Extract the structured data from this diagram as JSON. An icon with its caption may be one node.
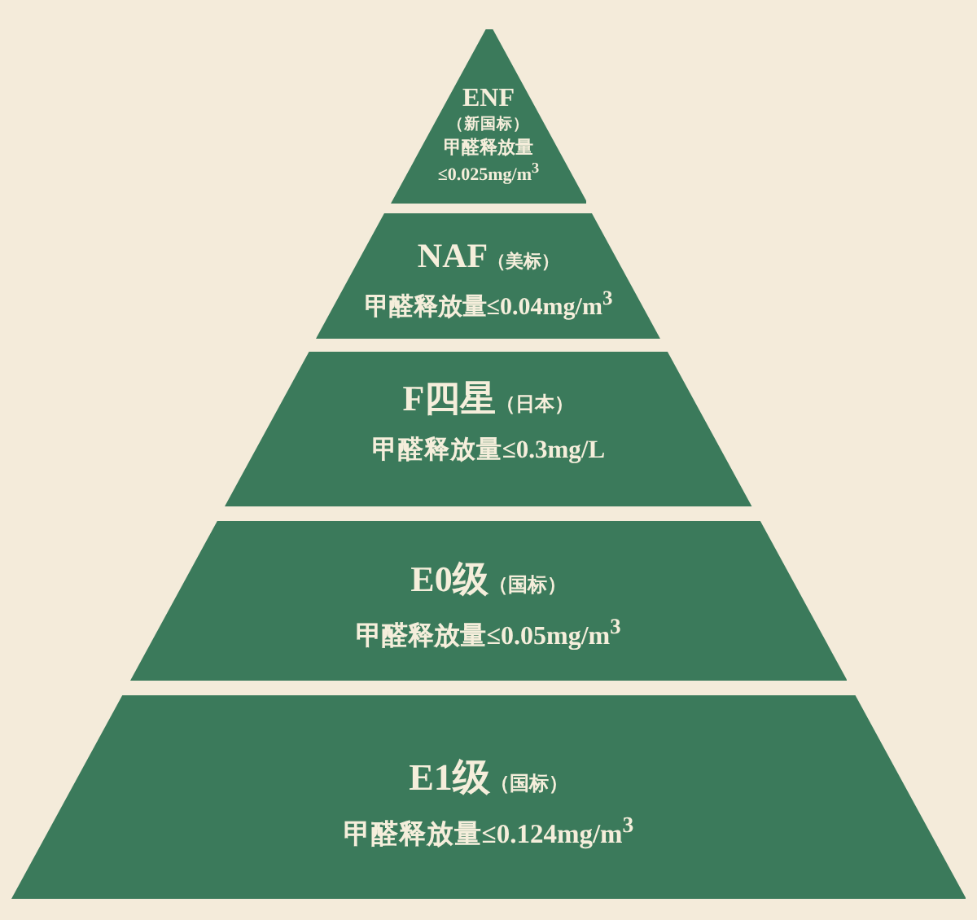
{
  "diagram": {
    "nodes": [
      {
        "text": [
          "ENF",
          "（新国标）",
          "甲醛释放量≤0.025mg/m$^{3}$"
        ]
      },
      {
        "text": [
          "NAF",
          "（美标）",
          "甲醛释放量≤0.04mg/m$^{3}$"
        ]
      },
      {
        "text": [
          "F四星",
          "（日本）",
          "甲醛释放量≤0.3mg/L"
        ]
      },
      {
        "text": [
          "E0级",
          "（国标）",
          "甲醛释放量≤0.05mg/m$^{3}$"
        ]
      },
      {
        "text": [
          "E1级",
          "（国标）",
          "甲醛释放量≤0.124mg/m$^{3}$"
        ]
      }
    ]
  }
}
